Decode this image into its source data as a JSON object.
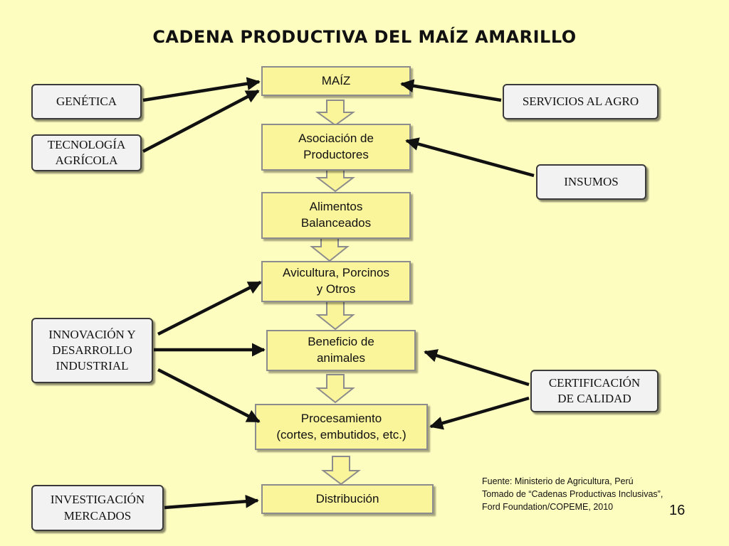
{
  "title": "CADENA PRODUCTIVA DEL MAÍZ AMARILLO",
  "chain": {
    "maiz": "MAÍZ",
    "asociacion": "Asociación de\nProductores",
    "alimentos": "Alimentos\nBalanceados",
    "avicultura": "Avicultura, Porcinos\ny Otros",
    "beneficio": "Beneficio de\nanimales",
    "procesamiento": "Procesamiento\n(cortes, embutidos, etc.)",
    "distribucion": "Distribución"
  },
  "inputs": {
    "genetica": "GENÉTICA",
    "tecnologia": "TECNOLOGÍA\nAGRÍCOLA",
    "servicios": "SERVICIOS AL AGRO",
    "insumos": "INSUMOS",
    "innovacion": "INNOVACIÓN Y\nDESARROLLO\nINDUSTRIAL",
    "certificacion": "CERTIFICACIÓN\nDE CALIDAD",
    "investigacion": "INVESTIGACIÓN\nMERCADOS"
  },
  "source": "Fuente: Ministerio de Agricultura, Perú\nTomado de “Cadenas Productivas Inclusivas”,\nFord Foundation/COPEME, 2010",
  "page_number": "16",
  "colors": {
    "background": "#fefdc0",
    "chain_box": "#faf49a",
    "side_box": "#f2f2f2",
    "arrow": "#111111",
    "flow_arrow": "#faf49a"
  }
}
